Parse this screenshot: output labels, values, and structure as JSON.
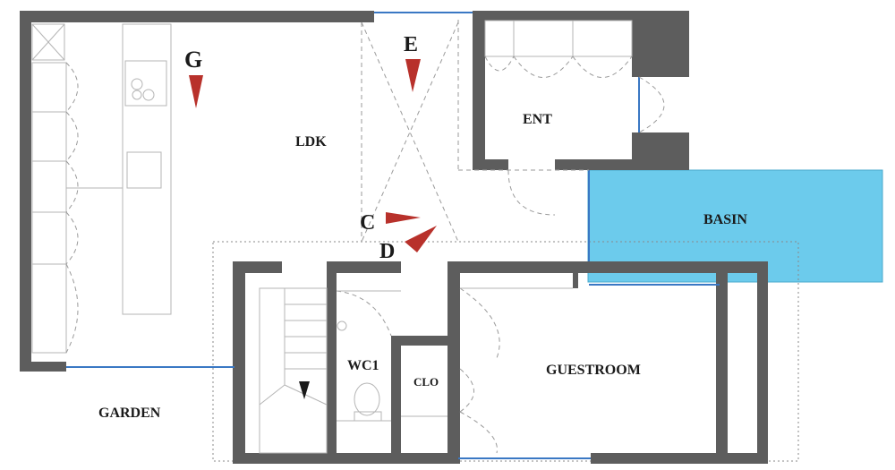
{
  "rooms": {
    "ldk": "LDK",
    "ent": "ENT",
    "basin": "BASIN",
    "wc1": "WC1",
    "clo": "CLO",
    "guestroom": "GUESTROOM",
    "garden": "GARDEN"
  },
  "view_markers": {
    "g": "G",
    "e": "E",
    "c": "C",
    "d": "D"
  },
  "colors": {
    "wall": "#5d5d5d",
    "basin_fill": "#6ccbec",
    "marker": "#b8312b",
    "window": "#3a78c4"
  }
}
